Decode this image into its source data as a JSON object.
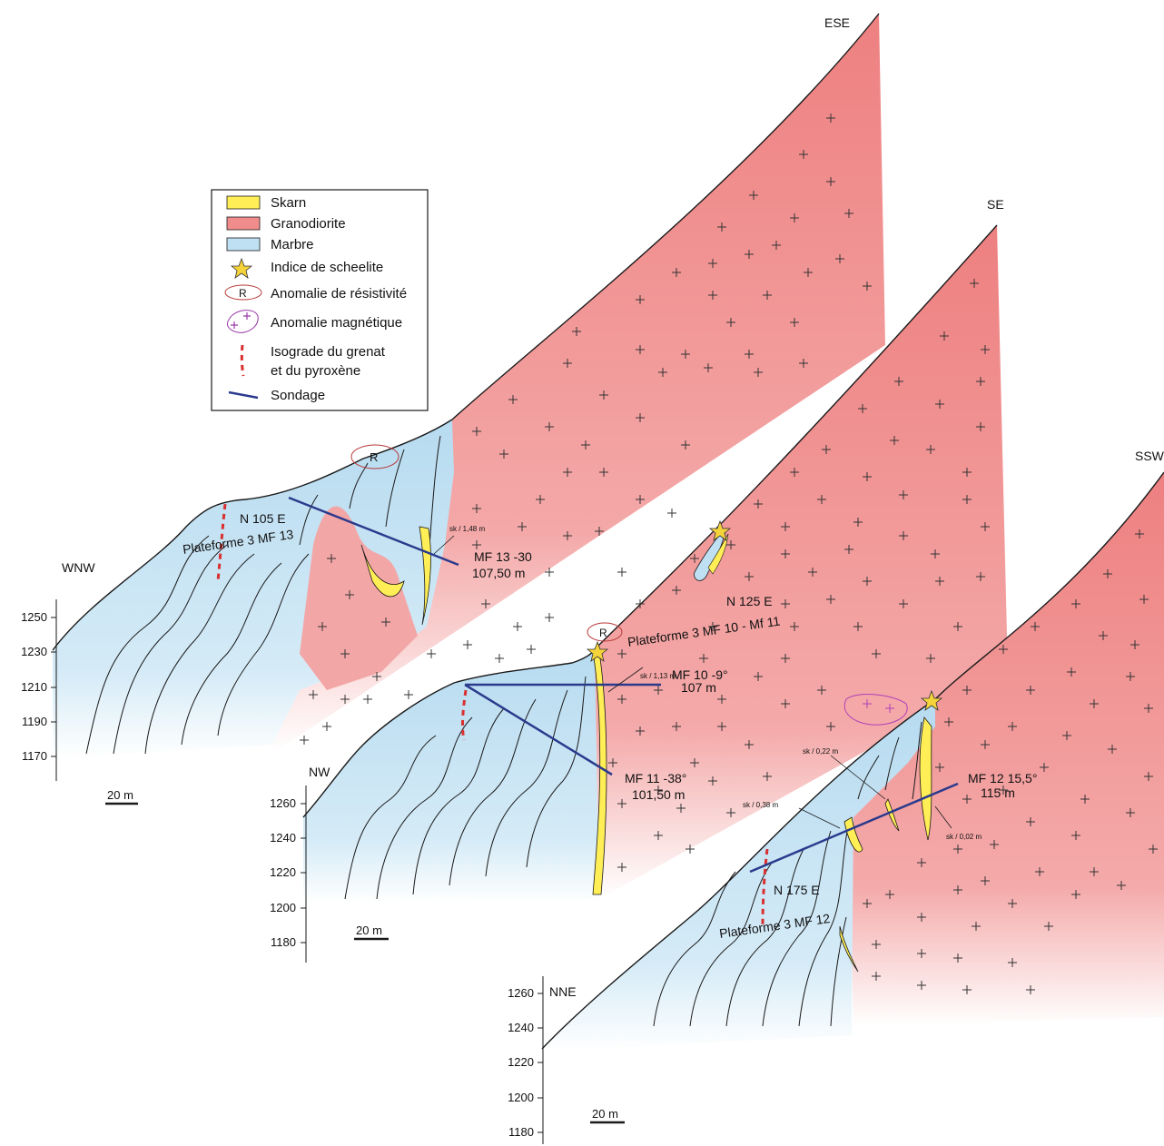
{
  "legend": {
    "items": [
      {
        "label": "Skarn",
        "color": "#ffee55"
      },
      {
        "label": "Granodiorite",
        "color": "#f08c8c"
      },
      {
        "label": "Marbre",
        "color": "#bfe0f2"
      },
      {
        "label": "Indice de scheelite",
        "color": "#f5d33a"
      },
      {
        "label": "Anomalie de résistivité",
        "color": "#b83a3a"
      },
      {
        "label": "Anomalie magnétique",
        "color": "#9a3aa8"
      },
      {
        "label": "Isograde du grenat",
        "color": "#d93030"
      },
      {
        "label": "et du pyroxène"
      },
      {
        "label": "Sondage",
        "color": "#2a3a8c"
      }
    ],
    "resistivity_symbol": "R"
  },
  "sections": [
    {
      "left_dir": "WNW",
      "right_dir": "ESE",
      "azimuth": "N 105 E",
      "platform": "Plateforme 3  MF 13",
      "drill": {
        "name": "MF 13 -30",
        "depth": "107,50 m"
      },
      "sk": [
        "sk / 1,48 m"
      ],
      "ticks": [
        "1250",
        "1230",
        "1210",
        "1190",
        "1170"
      ],
      "scale": "20 m"
    },
    {
      "left_dir": "NW",
      "right_dir": "SE",
      "azimuth": "N 125 E",
      "platform": "Plateforme 3  MF 10 - Mf 11",
      "drill": {
        "name": "MF 10  -9°",
        "depth": "107 m"
      },
      "drill2": {
        "name": "MF 11  -38°",
        "depth": "101,50 m"
      },
      "sk": [
        "sk / 1,13 m"
      ],
      "ticks": [
        "1260",
        "1240",
        "1220",
        "1200",
        "1180"
      ],
      "scale": "20 m"
    },
    {
      "left_dir": "NNE",
      "right_dir": "SSW",
      "azimuth": "N 175 E",
      "platform": "Plateforme 3   MF 12",
      "drill": {
        "name": "MF 12  15,5°",
        "depth": "115 m"
      },
      "sk": [
        "sk / 0,22 m",
        "sk / 0,38 m",
        "sk / 0,02 m"
      ],
      "ticks": [
        "1260",
        "1240",
        "1220",
        "1200",
        "1180"
      ],
      "scale": "20 m"
    }
  ],
  "colors": {
    "granodiorite": "#f08c8c",
    "marble": "#bfe0f2",
    "skarn": "#ffee55",
    "drill": "#2a3a8c",
    "isograde": "#d93030",
    "magnetic": "#b040b8",
    "resistivity": "#b83a3a"
  }
}
